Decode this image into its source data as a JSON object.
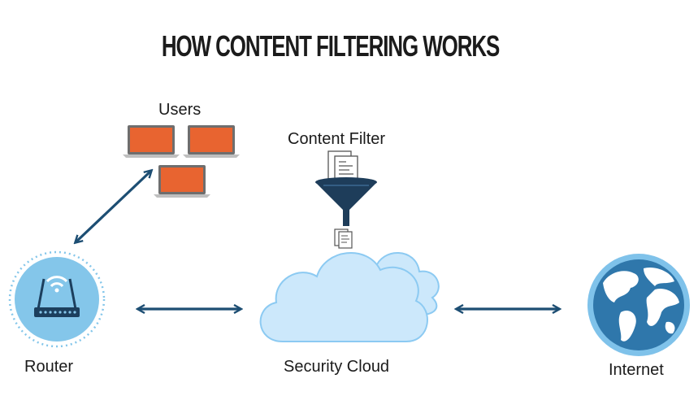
{
  "title": "HOW CONTENT FILTERING WORKS",
  "labels": {
    "users": "Users",
    "content_filter": "Content Filter",
    "router": "Router",
    "security_cloud": "Security Cloud",
    "internet": "Internet"
  },
  "colors": {
    "text": "#1b1b1b",
    "laptop_screen": "#e86430",
    "laptop_frame": "#6e6e6e",
    "laptop_base": "#bfbfbf",
    "arrow": "#1d4e73",
    "router_circle": "#84c6ea",
    "router_body": "#1c3f5e",
    "cloud_fill": "#cce8fb",
    "cloud_stroke": "#8ccaf2",
    "funnel": "#1e3d5a",
    "globe_ocean": "#2f77ab",
    "globe_ring": "#7fc2ea",
    "globe_land": "#ffffff"
  },
  "icons": [
    "laptop-icon",
    "funnel-icon",
    "document-icon",
    "router-icon",
    "cloud-icon",
    "globe-icon",
    "double-arrow-icon"
  ]
}
